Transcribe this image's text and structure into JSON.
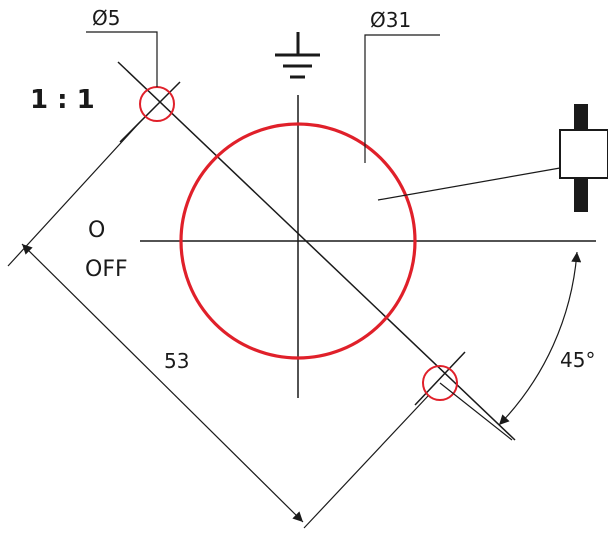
{
  "labels": {
    "hole_diameter": "Ø5",
    "main_diameter": "Ø31",
    "scale": "1 : 1",
    "off_symbol": "O",
    "off_text": "OFF",
    "distance": "53",
    "angle": "45°"
  },
  "colors": {
    "line": "#1a1a1a",
    "accent_red": "#e0202a"
  },
  "icons": {
    "ground": "ground-symbol-icon",
    "switch": "switch-contact-icon"
  }
}
